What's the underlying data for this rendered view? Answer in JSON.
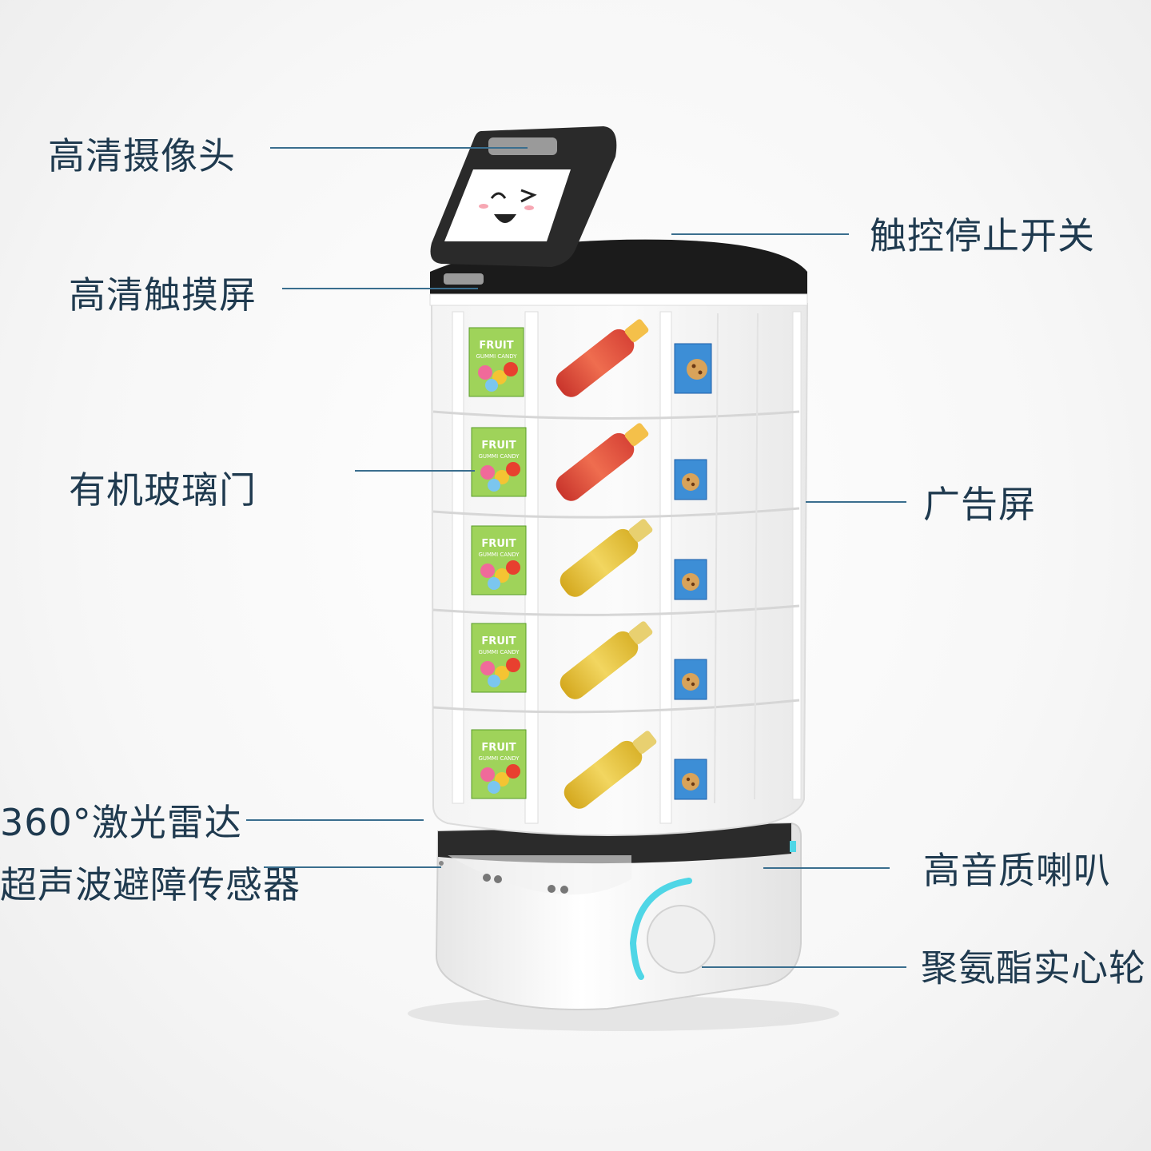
{
  "callouts": {
    "camera": "高清摄像头",
    "touchscreen": "高清触摸屏",
    "glass_door": "有机玻璃门",
    "lidar": "360°激光雷达",
    "ultrasonic": "超声波避障传感器",
    "stop_switch": "触控停止开关",
    "ad_screen": "广告屏",
    "speaker": "高音质喇叭",
    "wheel": "聚氨酯实心轮"
  },
  "product_labels": {
    "candy_brand": "FRUIT",
    "candy_sub": "GUMMI CANDY"
  },
  "colors": {
    "label_text": "#1f3a4f",
    "leader_line": "#3a6e8e",
    "robot_top": "#1b1b1b",
    "accent_light": "#4fd6e6",
    "bottle_red": "#e0473c",
    "bottle_yellow": "#e7c232"
  }
}
